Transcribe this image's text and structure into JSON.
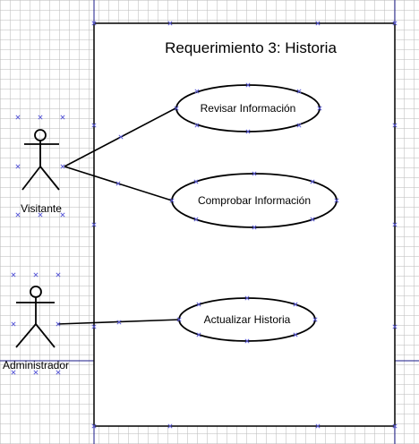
{
  "diagram": {
    "title": "Requerimiento 3: Historia",
    "actors": [
      {
        "id": "visitante",
        "label": "Visitante"
      },
      {
        "id": "administrador",
        "label": "Administrador"
      }
    ],
    "use_cases": [
      {
        "id": "revisar",
        "label": "Revisar Información"
      },
      {
        "id": "comprobar",
        "label": "Comprobar Información"
      },
      {
        "id": "actualizar",
        "label": "Actualizar Historia"
      }
    ],
    "associations": [
      {
        "actor": "visitante",
        "use_case": "revisar"
      },
      {
        "actor": "visitante",
        "use_case": "comprobar"
      },
      {
        "actor": "administrador",
        "use_case": "actualizar"
      }
    ],
    "colors": {
      "line": "#000000",
      "selection_marker": "#5a5ad8",
      "grid": "#bebebe"
    }
  }
}
